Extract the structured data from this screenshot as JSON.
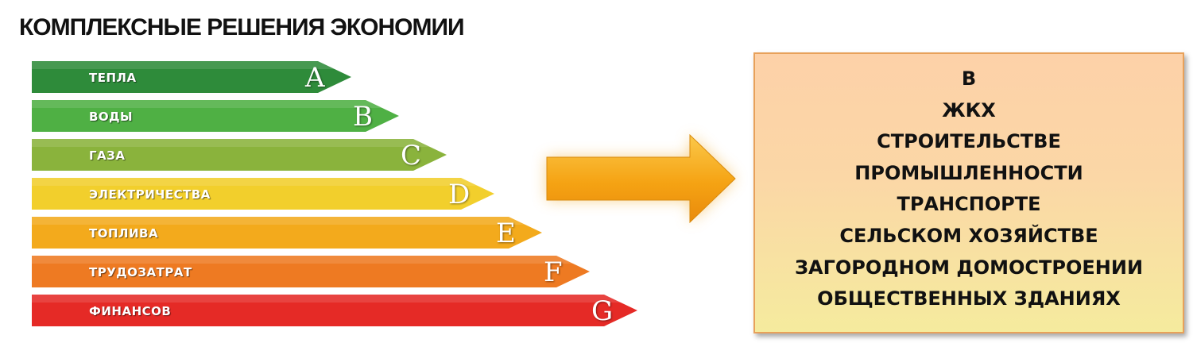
{
  "title": "КОМПЛЕКСНЫЕ РЕШЕНИЯ ЭКОНОМИИ",
  "scale": {
    "bars": [
      {
        "label": "ТЕПЛА",
        "letter": "A",
        "color": "#2e8b3a"
      },
      {
        "label": "ВОДЫ",
        "letter": "B",
        "color": "#4fb044"
      },
      {
        "label": "ГАЗА",
        "letter": "C",
        "color": "#8ab33c"
      },
      {
        "label": "ЭЛЕКТРИЧЕСТВА",
        "letter": "D",
        "color": "#f2cf2c"
      },
      {
        "label": "ТОПЛИВА",
        "letter": "E",
        "color": "#f3aa1c"
      },
      {
        "label": "ТРУДОЗАТРАТ",
        "letter": "F",
        "color": "#ee7a22"
      },
      {
        "label": "ФИНАНСОВ",
        "letter": "G",
        "color": "#e52a26"
      }
    ]
  },
  "arrow": {
    "color": "#f6a81e",
    "glow": "#f6c46a"
  },
  "box": {
    "lines": [
      "В",
      "ЖКХ",
      "СТРОИТЕЛЬСТВЕ",
      "ПРОМЫШЛЕННОСТИ",
      "ТРАНСПОРТЕ",
      "СЕЛЬСКОМ ХОЗЯЙСТВЕ",
      "ЗАГОРОДНОМ ДОМОСТРОЕНИИ",
      "ОБЩЕСТВЕННЫХ ЗДАНИЯХ"
    ]
  }
}
